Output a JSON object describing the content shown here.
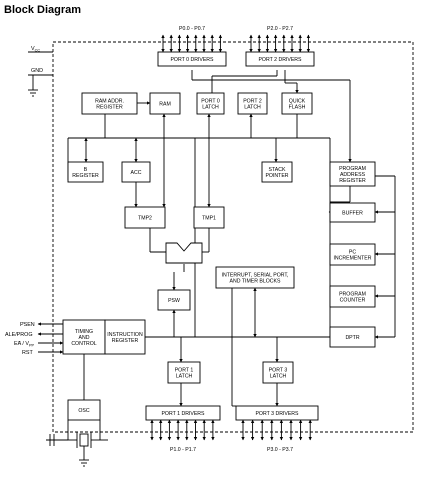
{
  "title": "Block Diagram",
  "signals": {
    "vcc": "V",
    "vcc_sub": "CC",
    "gnd": "GND",
    "psen": "PSEN",
    "ale_prog": "ALE/PROG",
    "ea": "EA",
    "vpp": "V",
    "vpp_sub": "PP",
    "rst": "RST"
  },
  "port_labels": {
    "p0": "P0.0 - P0.7",
    "p2": "P2.0 - P2.7",
    "p1": "P1.0 - P1.7",
    "p3": "P3.0 - P3.7"
  },
  "blocks": {
    "port0_drivers": [
      "PORT 0 DRIVERS"
    ],
    "port2_drivers": [
      "PORT 2 DRIVERS"
    ],
    "ram_addr_register": [
      "RAM ADDR.",
      "REGISTER"
    ],
    "ram": [
      "RAM"
    ],
    "port0_latch": [
      "PORT 0",
      "LATCH"
    ],
    "port2_latch": [
      "PORT 2",
      "LATCH"
    ],
    "quick_flash": [
      "QUICK",
      "FLASH"
    ],
    "b_register": [
      "B",
      "REGISTER"
    ],
    "acc": [
      "ACC"
    ],
    "stack_pointer": [
      "STACK",
      "POINTER"
    ],
    "program_address_register": [
      "PROGRAM",
      "ADDRESS",
      "REGISTER"
    ],
    "tmp2": [
      "TMP2"
    ],
    "tmp1": [
      "TMP1"
    ],
    "buffer": [
      "BUFFER"
    ],
    "alu": [
      "ALU"
    ],
    "interrupt_blocks": [
      "INTERRUPT, SERIAL PORT,",
      "AND TIMER BLOCKS"
    ],
    "pc_incrementer": [
      "PC",
      "INCREMENTER"
    ],
    "psw": [
      "PSW"
    ],
    "program_counter": [
      "PROGRAM",
      "COUNTER"
    ],
    "timing_control": [
      "TIMING",
      "AND",
      "CONTROL"
    ],
    "instruction_register": [
      "INSTRUCTION",
      "REGISTER"
    ],
    "dptr": [
      "DPTR"
    ],
    "port1_latch": [
      "PORT 1",
      "LATCH"
    ],
    "port3_latch": [
      "PORT 3",
      "LATCH"
    ],
    "osc": [
      "OSC"
    ],
    "port1_drivers": [
      "PORT 1 DRIVERS"
    ],
    "port3_drivers": [
      "PORT 3 DRIVERS"
    ]
  }
}
